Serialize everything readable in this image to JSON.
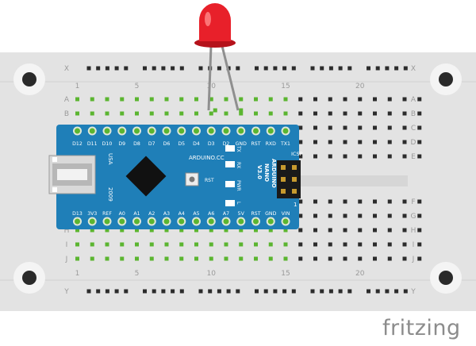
{
  "breadboard": {
    "column_labels": [
      "1",
      "5",
      "10",
      "15",
      "20"
    ],
    "label_columns": [
      1,
      5,
      10,
      15,
      20
    ],
    "upper_row_letters": [
      "A",
      "B",
      "C",
      "D",
      "E"
    ],
    "lower_row_letters": [
      "F",
      "G",
      "H",
      "I",
      "J"
    ],
    "power_rail_top_letter": "X",
    "power_rail_bottom_letter": "Y",
    "colors": {
      "board": "#e3e3e3",
      "hole": "#2c2c2c",
      "active_hole": "#5bb530",
      "label": "#9a9a9a"
    }
  },
  "arduino": {
    "name": "ARDUINO",
    "model": "NANO",
    "version": "V3.0",
    "top_pins": [
      "D12",
      "D11",
      "D10",
      "D9",
      "D8",
      "D7",
      "D6",
      "D5",
      "D4",
      "D3",
      "D2",
      "GND",
      "RST",
      "RXD",
      "TX1"
    ],
    "bottom_pins": [
      "D13",
      "3V3",
      "REF",
      "A0",
      "A1",
      "A2",
      "A3",
      "A4",
      "A5",
      "A6",
      "A7",
      "5V",
      "RST",
      "GND",
      "VIN"
    ],
    "site": "ARDUINO.CC",
    "country": "USA",
    "year": "2009",
    "reset_label": "RST",
    "led_labels": [
      "TX",
      "RX",
      "PWR",
      "L"
    ],
    "icsp_label": "ICSP",
    "icsp_pin_number": "1",
    "colors": {
      "pcb": "#1f7fb8",
      "chip": "#111111",
      "pins": "#5bb530"
    }
  },
  "led": {
    "color": "#e8202a",
    "highlight": "#ff8a8a"
  },
  "brand": {
    "logo_text": "fritzing"
  }
}
